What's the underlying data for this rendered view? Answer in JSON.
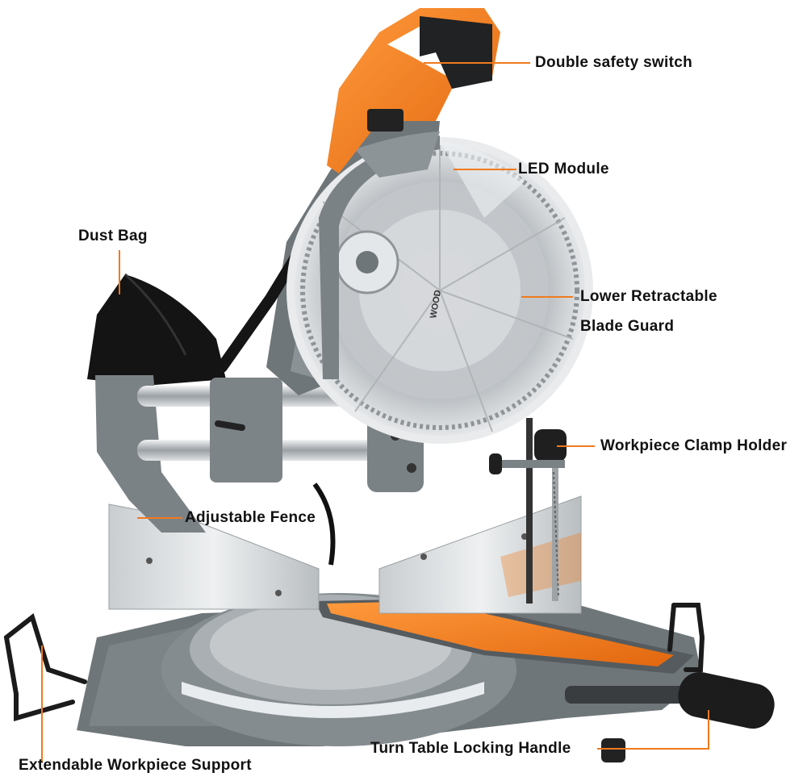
{
  "image": {
    "subject": "miter-saw",
    "accent_color": "#f07a1e",
    "body_color": "#7b8286"
  },
  "callouts": {
    "safety_switch": "Double safety switch",
    "led_module": "LED Module",
    "dust_bag": "Dust Bag",
    "lower_guard_line1": "Lower Retractable",
    "lower_guard_line2": "Blade Guard",
    "clamp_holder": "Workpiece Clamp Holder",
    "fence": "Adjustable Fence",
    "locking_handle": "Turn Table Locking Handle",
    "workpiece_support": "Extendable Workpiece Support"
  },
  "product_marks": {
    "blade_text": "WOOD"
  }
}
